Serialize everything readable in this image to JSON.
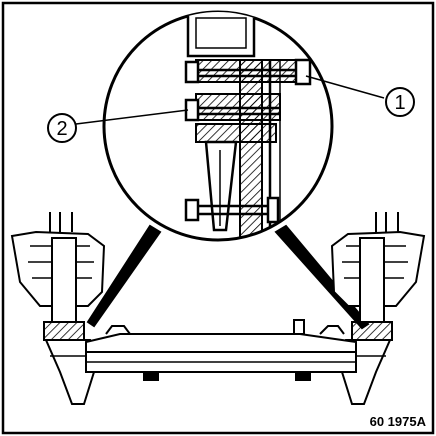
{
  "callouts": [
    {
      "id": "1",
      "label": "1"
    },
    {
      "id": "2",
      "label": "2"
    }
  ],
  "figure_code": "60 1975A",
  "colors": {
    "ink": "#000000",
    "paper": "#ffffff"
  }
}
